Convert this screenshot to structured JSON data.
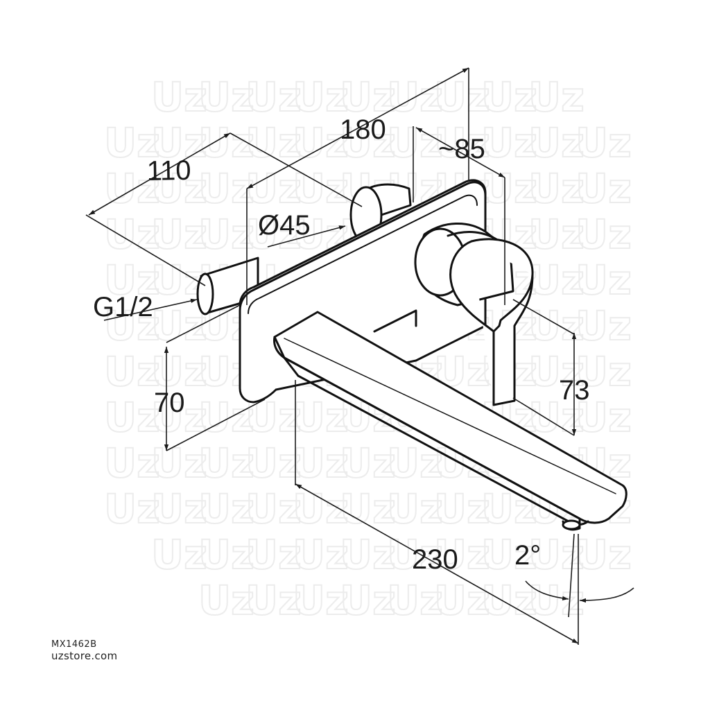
{
  "dimensions": {
    "depth_110": "110",
    "depth_180": "180",
    "depth_85": "~85",
    "rosette_diameter": "Ø45",
    "connection_thread": "G1/2",
    "height_70": "70",
    "height_73": "73",
    "spout_length": "230",
    "spout_angle": "2°"
  },
  "caption": {
    "product_code": "MX1462B",
    "website": "uzstore.com"
  },
  "watermark": {
    "text": "Uz"
  }
}
